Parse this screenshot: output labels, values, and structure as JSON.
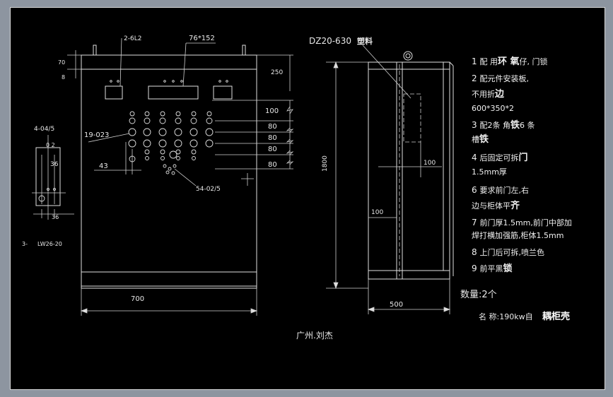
{
  "drawing": {
    "front": {
      "dim_2_6l2": "2-6L2",
      "dim_76x152": "76*152",
      "dim_70": "70",
      "dim_8": "8",
      "dim_250": "250",
      "dim_19_023": "19-023",
      "dim_43": "43",
      "dim_54_02_5": "54-02/5",
      "dim_100": "100",
      "dim_80a": "80",
      "dim_80b": "80",
      "dim_80c": "80",
      "dim_80d": "80",
      "dim_700": "700"
    },
    "detail": {
      "dim_4_04_5": "4-04/5",
      "dim_02": "0 2",
      "dim_36a": "36",
      "dim_36b": "36",
      "label_3": "3-",
      "label_lw": "LW26-20"
    },
    "side": {
      "switch_label": "DZ20-630",
      "switch_suffix": "塑料",
      "dim_1800": "1800",
      "dim_100a": "100",
      "dim_100b": "100",
      "dim_500": "500"
    },
    "author": "广州.刘杰"
  },
  "notes": [
    {
      "num": "1",
      "text": "配 用",
      "bold": "环 氧",
      "text2": "仔, 门锁"
    },
    {
      "num": "2",
      "text": "配元件安装板,",
      "bold": "",
      "text2": ""
    },
    {
      "num": "",
      "text": "不用折",
      "bold": "边",
      "text2": ""
    },
    {
      "num": "",
      "text": "600*350*2",
      "bold": "",
      "text2": ""
    },
    {
      "num": "3",
      "text": "配2条 角",
      "bold": "铁",
      "text2": "6 条"
    },
    {
      "num": "",
      "text": "槽",
      "bold": "铁",
      "text2": ""
    },
    {
      "num": "4",
      "text": "后固定可拆",
      "bold": "门",
      "text2": ""
    },
    {
      "num": "",
      "text": "1.5mm厚",
      "bold": "",
      "text2": ""
    },
    {
      "num": "6",
      "text": "要求前门左,右",
      "bold": "",
      "text2": ""
    },
    {
      "num": "",
      "text": "边与柜体平",
      "bold": "齐",
      "text2": ""
    },
    {
      "num": "7",
      "text": "前门厚1.5mm,前门中部加",
      "bold": "",
      "text2": ""
    },
    {
      "num": "",
      "text": "焊打横加强筋,柜体1.5mm",
      "bold": "",
      "text2": ""
    },
    {
      "num": "8",
      "text": "上门后可拆,喷兰色",
      "bold": "",
      "text2": ""
    },
    {
      "num": "9",
      "text": "前平黑",
      "bold": "锁",
      "text2": ""
    }
  ],
  "quantity": "数量:2个",
  "name_label": "名 称:190kw自",
  "name_bold": "耦柜壳"
}
